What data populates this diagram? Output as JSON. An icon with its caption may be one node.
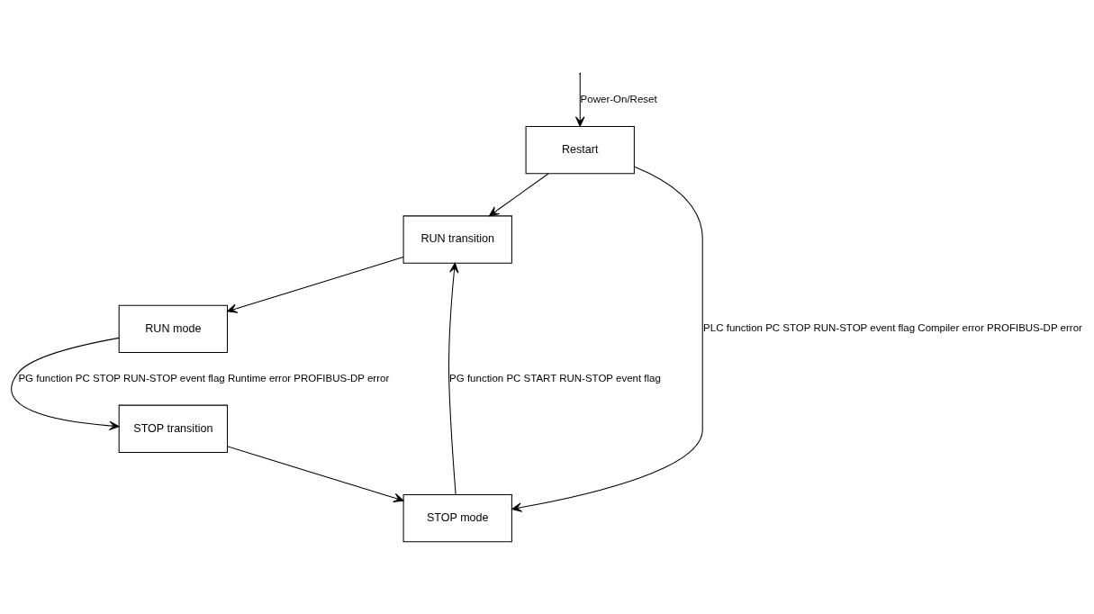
{
  "diagram": {
    "nodes": [
      {
        "text": [
          "Restart"
        ]
      },
      {
        "text": [
          "RUN transition"
        ]
      },
      {
        "text": [
          "STOP mode"
        ]
      },
      {
        "text": [
          "RUN mode"
        ]
      },
      {
        "text": [
          "STOP transition"
        ]
      }
    ],
    "edges": [
      {
        "from": null,
        "to": 0,
        "arrow": "to",
        "label": "Power-On/Reset"
      },
      {
        "from": 0,
        "to": 1,
        "arrow": "to"
      },
      {
        "from": 0,
        "to": 2,
        "arrow": "to",
        "label": "PLC function PC STOP RUN-STOP event flag Compiler error PROFIBUS-DP error"
      },
      {
        "from": 2,
        "to": 1,
        "arrow": "to",
        "label": "PG function PC START RUN-STOP event flag"
      },
      {
        "from": 1,
        "to": 3,
        "arrow": "to"
      },
      {
        "from": 3,
        "to": 4,
        "arrow": "to",
        "label": "PG function PC STOP RUN-STOP event flag Runtime error PROFIBUS-DP error"
      },
      {
        "from": 4,
        "to": 2,
        "arrow": "to"
      }
    ]
  }
}
